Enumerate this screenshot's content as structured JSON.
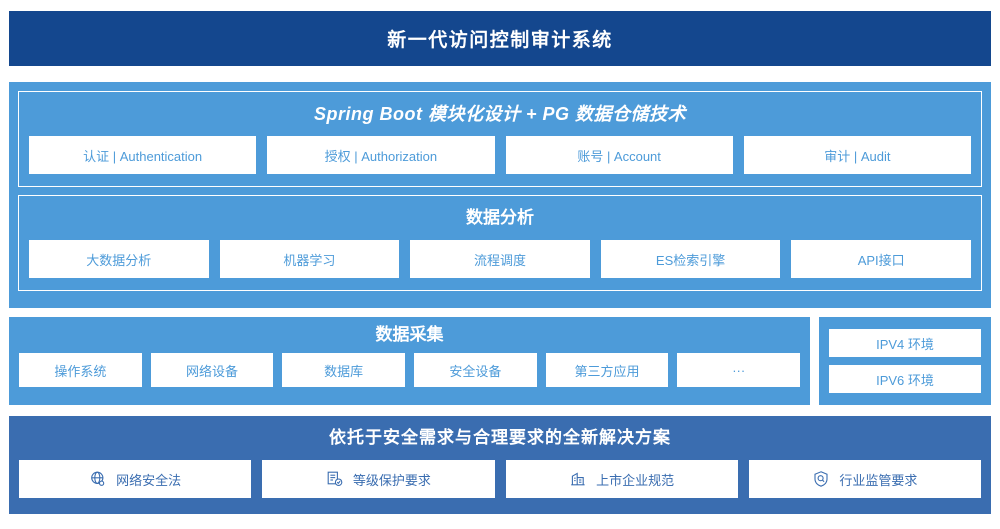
{
  "header": {
    "title": "新一代访问控制审计系统"
  },
  "colors": {
    "header_navy": "#14478E",
    "panel_light_blue": "#4D9BD9",
    "panel_medium_blue": "#3A6DB0",
    "chip_background": "#ffffff"
  },
  "architecture": {
    "platform_group": {
      "title": "Spring Boot 模块化设计 + PG 数据仓储技术",
      "items": [
        {
          "label": "认证 | Authentication"
        },
        {
          "label": "授权 | Authorization"
        },
        {
          "label": "账号 | Account"
        },
        {
          "label": "审计 | Audit"
        }
      ]
    },
    "analysis_group": {
      "title": "数据分析",
      "items": [
        {
          "label": "大数据分析"
        },
        {
          "label": "机器学习"
        },
        {
          "label": "流程调度"
        },
        {
          "label": "ES检索引擎"
        },
        {
          "label": "API接口"
        }
      ]
    },
    "collection_group": {
      "title": "数据采集",
      "items": [
        {
          "label": "操作系统"
        },
        {
          "label": "网络设备"
        },
        {
          "label": "数据库"
        },
        {
          "label": "安全设备"
        },
        {
          "label": "第三方应用"
        },
        {
          "label": "···"
        }
      ]
    },
    "environment_group": {
      "items": [
        {
          "label": "IPV4 环境"
        },
        {
          "label": "IPV6 环境"
        }
      ]
    },
    "solution_group": {
      "title": "依托于安全需求与合理要求的全新解决方案",
      "items": [
        {
          "label": "网络安全法",
          "icon": "globe-icon"
        },
        {
          "label": "等级保护要求",
          "icon": "document-check-icon"
        },
        {
          "label": "上市企业规范",
          "icon": "office-building-icon"
        },
        {
          "label": "行业监管要求",
          "icon": "shield-search-icon"
        }
      ]
    }
  }
}
